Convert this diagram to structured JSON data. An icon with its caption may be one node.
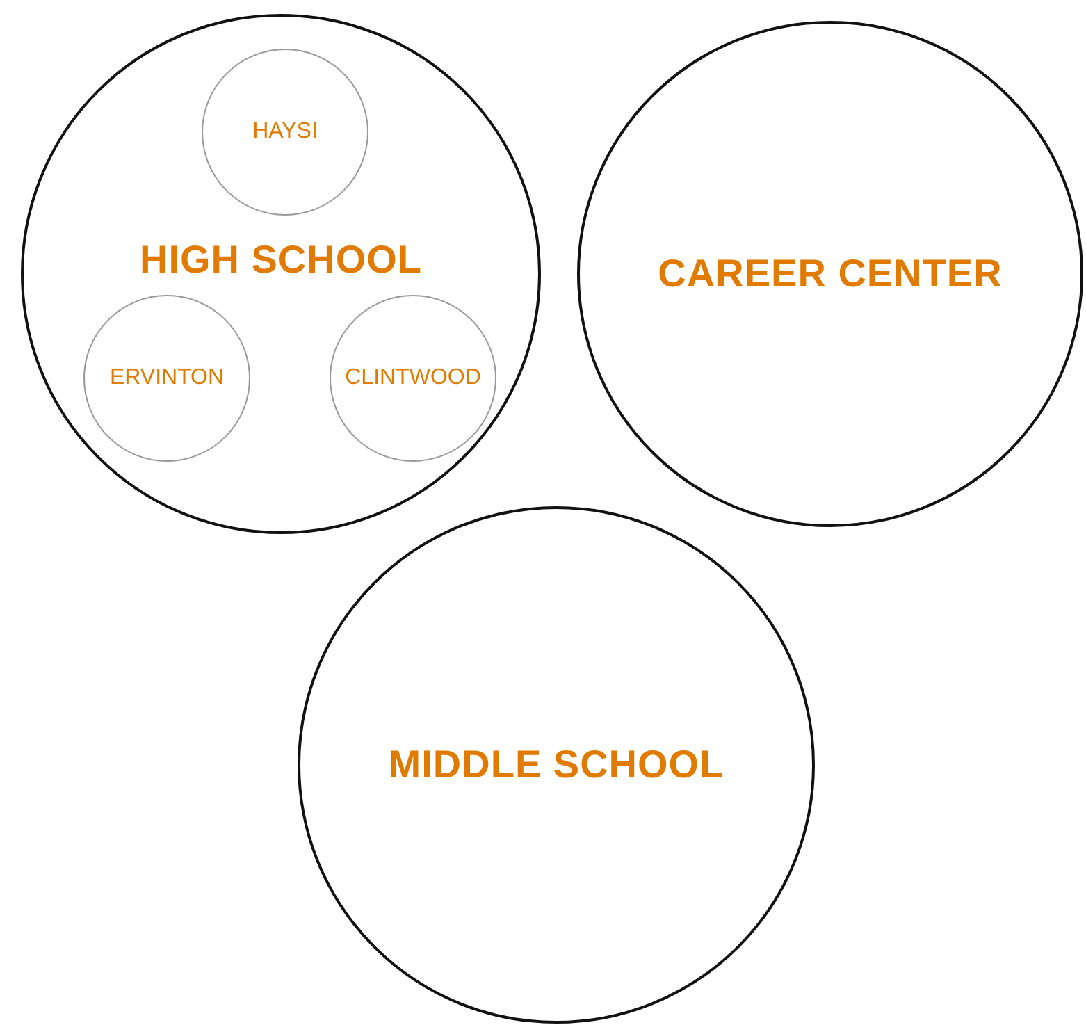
{
  "diagram": {
    "nodes": [
      {
        "text": [
          "HIGH SCHOOL"
        ]
      },
      {
        "text": [
          "HAYSI"
        ],
        "in": 0
      },
      {
        "text": [
          "ERVINTON"
        ],
        "in": 0
      },
      {
        "text": [
          "CLINTWOOD"
        ],
        "in": 0
      },
      {
        "text": [
          "CAREER CENTER"
        ]
      },
      {
        "text": [
          "MIDDLE SCHOOL"
        ]
      }
    ]
  }
}
